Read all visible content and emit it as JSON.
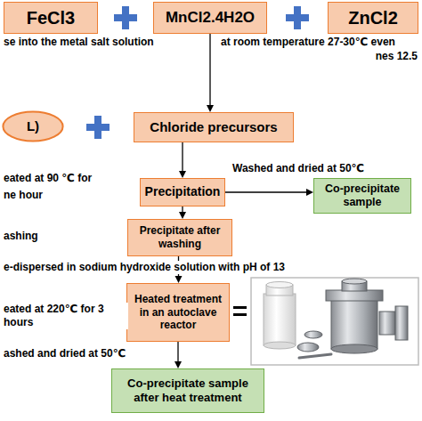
{
  "diagram": {
    "nodes": [
      {
        "text": [
          "FeCl3"
        ]
      },
      {
        "text": [
          "MnCl2.4H2O"
        ]
      },
      {
        "text": [
          "ZnCl2"
        ]
      },
      {
        "text": [
          "L)"
        ]
      },
      {
        "text": [
          "Chloride precursors"
        ]
      },
      {
        "text": [
          "Precipitation"
        ]
      },
      {
        "text": [
          "Co-precipitate sample"
        ]
      },
      {
        "text": [
          "Precipitate after washing"
        ]
      },
      {
        "text": [
          "Heated treatment in an autoclave reactor"
        ]
      },
      {
        "text": [
          "Co-precipitate sample after heat treatment"
        ]
      }
    ],
    "edges": [
      {
        "from": 1,
        "to": 4,
        "arrow": "to"
      },
      {
        "from": 4,
        "to": 5,
        "arrow": "to"
      },
      {
        "from": 5,
        "to": 6,
        "label": "Washed and dried at 50℃",
        "arrow": "to"
      },
      {
        "from": 5,
        "to": 7,
        "arrow": "to"
      },
      {
        "from": 7,
        "to": 8,
        "arrow": "to"
      },
      {
        "from": 8,
        "to": 9,
        "arrow": "to"
      }
    ],
    "labels": [
      "se into the metal salt solution",
      "at room temperature 27-30℃ even",
      "nes 12.5",
      "eated at 90 ℃ for",
      "ne hour",
      "ashing",
      "e-dispersed in sodium hydroxide solution with pH of 13",
      "eated at 220℃ for 3 hours",
      "ashed and dried at 50℃"
    ]
  }
}
